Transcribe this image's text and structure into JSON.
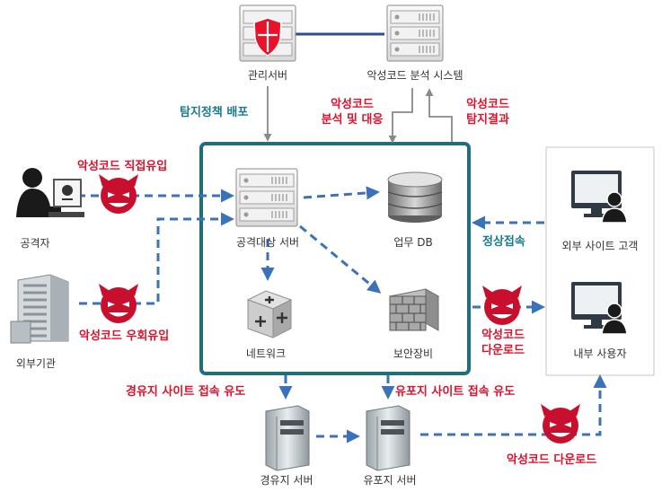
{
  "nodes": {
    "mgmt_server": "관리서버",
    "analysis_system": "악성코드 분석 시스템",
    "attacker": "공격자",
    "external_org": "외부기관",
    "target_server": "공격대상 서버",
    "business_db": "업무 DB",
    "network": "네트워크",
    "security_device": "보안장비",
    "external_customer": "외부 사이트 고객",
    "internal_user": "내부 사용자",
    "transit_server": "경유지 서버",
    "lure_server": "유포지 서버"
  },
  "edges": {
    "policy_deploy": "탐지정책 배포",
    "analysis_response": [
      "악성코드",
      "분석 및 대응"
    ],
    "detection_result": [
      "악성코드",
      "탐지결과"
    ],
    "direct_inflow": "악성코드 직접유입",
    "detour_inflow": "악성코드 우회유입",
    "normal_access": "정상접속",
    "malware_download_right": [
      "악성코드",
      "다운로드"
    ],
    "transit_lure": "경유지 사이트 접속 유도",
    "distribution_lure": "유포지 사이트 접속 유도",
    "malware_download_bottom": "악성코드 다운로드"
  },
  "colors": {
    "frame": "#1f6e7f",
    "dashed_arrow": "#3b72b8",
    "solid_arrow": "#888888",
    "red_text": "#e0112b",
    "teal_text": "#1a7a8c",
    "malware_icon": "#c8102e"
  }
}
